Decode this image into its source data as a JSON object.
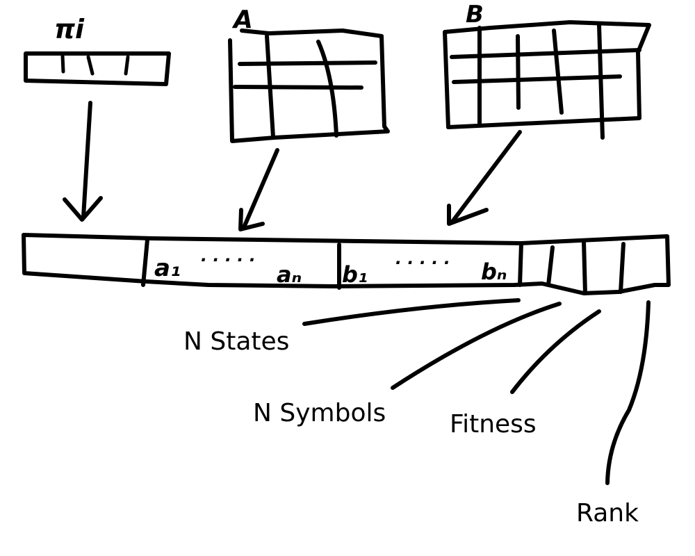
{
  "inputs": {
    "pi_label": "πi",
    "a_label": "A",
    "b_label": "B"
  },
  "genome": {
    "a_first": "a₁",
    "a_last": "aₙ",
    "b_first": "b₁",
    "b_last": "bₙ",
    "dots": "· · · · ·"
  },
  "labels": {
    "n_states": "N States",
    "n_symbols": "N Symbols",
    "fitness": "Fitness",
    "rank": "Rank"
  }
}
